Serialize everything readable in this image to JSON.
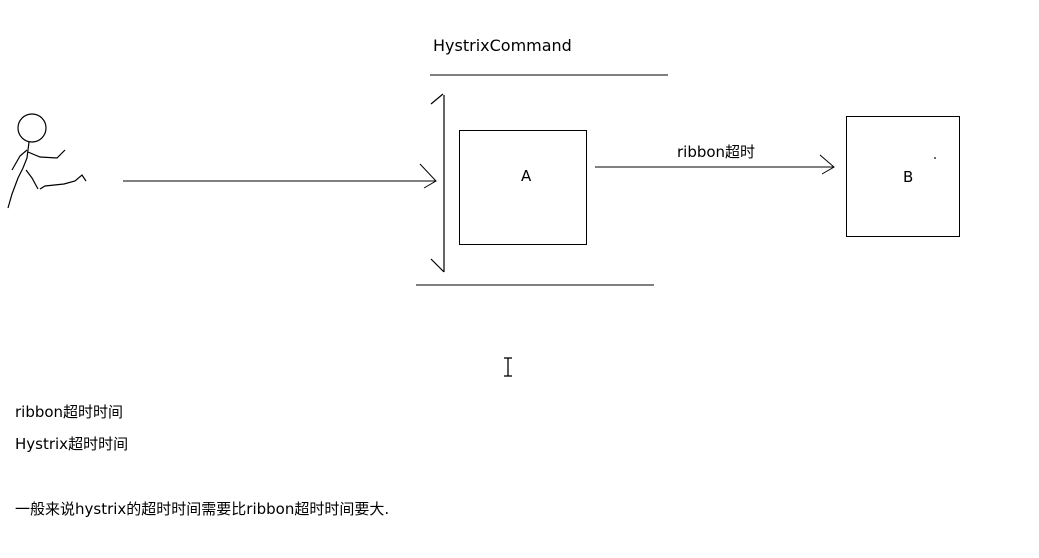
{
  "diagram": {
    "hystrix_label": "HystrixCommand",
    "box_a_label": "A",
    "box_b_label": "B",
    "arrow_label": "ribbon超时"
  },
  "notes": {
    "line1": "ribbon超时时间",
    "line2": "Hystrix超时时间",
    "line3": "一般来说hystrix的超时时间需要比ribbon超时时间要大."
  },
  "colors": {
    "stroke": "#000000",
    "background": "#ffffff"
  },
  "icons": {
    "figure": "stick-figure-icon",
    "cursor": "text-cursor-icon"
  }
}
